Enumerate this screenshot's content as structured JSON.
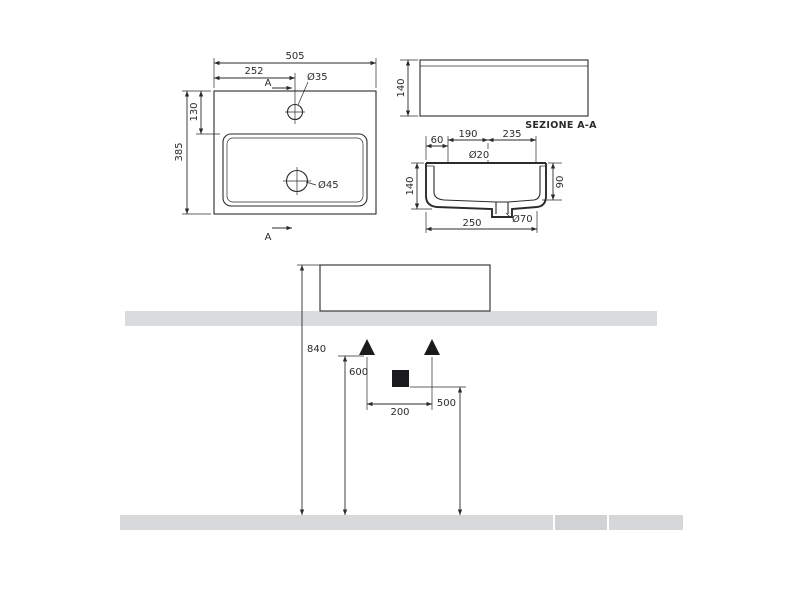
{
  "meta": {
    "background": "#ffffff",
    "line_color": "#2b2b2d",
    "shelf_color": "#dadbdc",
    "floor_color": "#d8d9da"
  },
  "plan_view": {
    "overall_width": "505",
    "faucet_offset": "252",
    "faucet_hole": "Ø35",
    "front_depth": "130",
    "overall_depth": "385",
    "drain_hole": "Ø45",
    "section_mark": "A"
  },
  "front_view": {
    "height": "140"
  },
  "section_view": {
    "title": "SEZIONE A-A",
    "ledge": "60",
    "to_overflow": "190",
    "to_back": "235",
    "overflow_hole": "Ø20",
    "height": "140",
    "bowl_depth": "90",
    "drain_hole": "Ø70",
    "depth": "250"
  },
  "installation": {
    "rim_height": "840",
    "supply_height": "600",
    "drain_height": "500",
    "supply_spacing": "200"
  }
}
